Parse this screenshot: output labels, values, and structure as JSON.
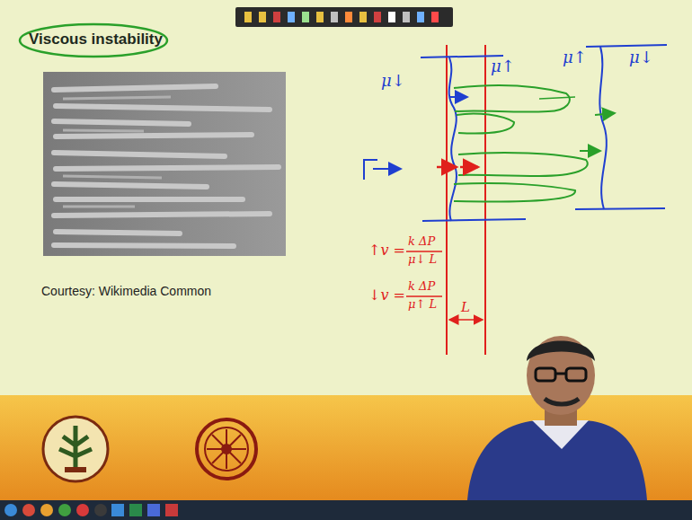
{
  "diagram": {
    "title": "Viscous instability",
    "caption": "Courtesy: Wikimedia Common",
    "labels": [
      "μ↓",
      "μ↑",
      "μ↑",
      "μ↓",
      "↑v =",
      "k ΔP",
      "μ↓ L",
      "↓v =",
      "k ΔP",
      "μ↑ L",
      "L"
    ]
  }
}
